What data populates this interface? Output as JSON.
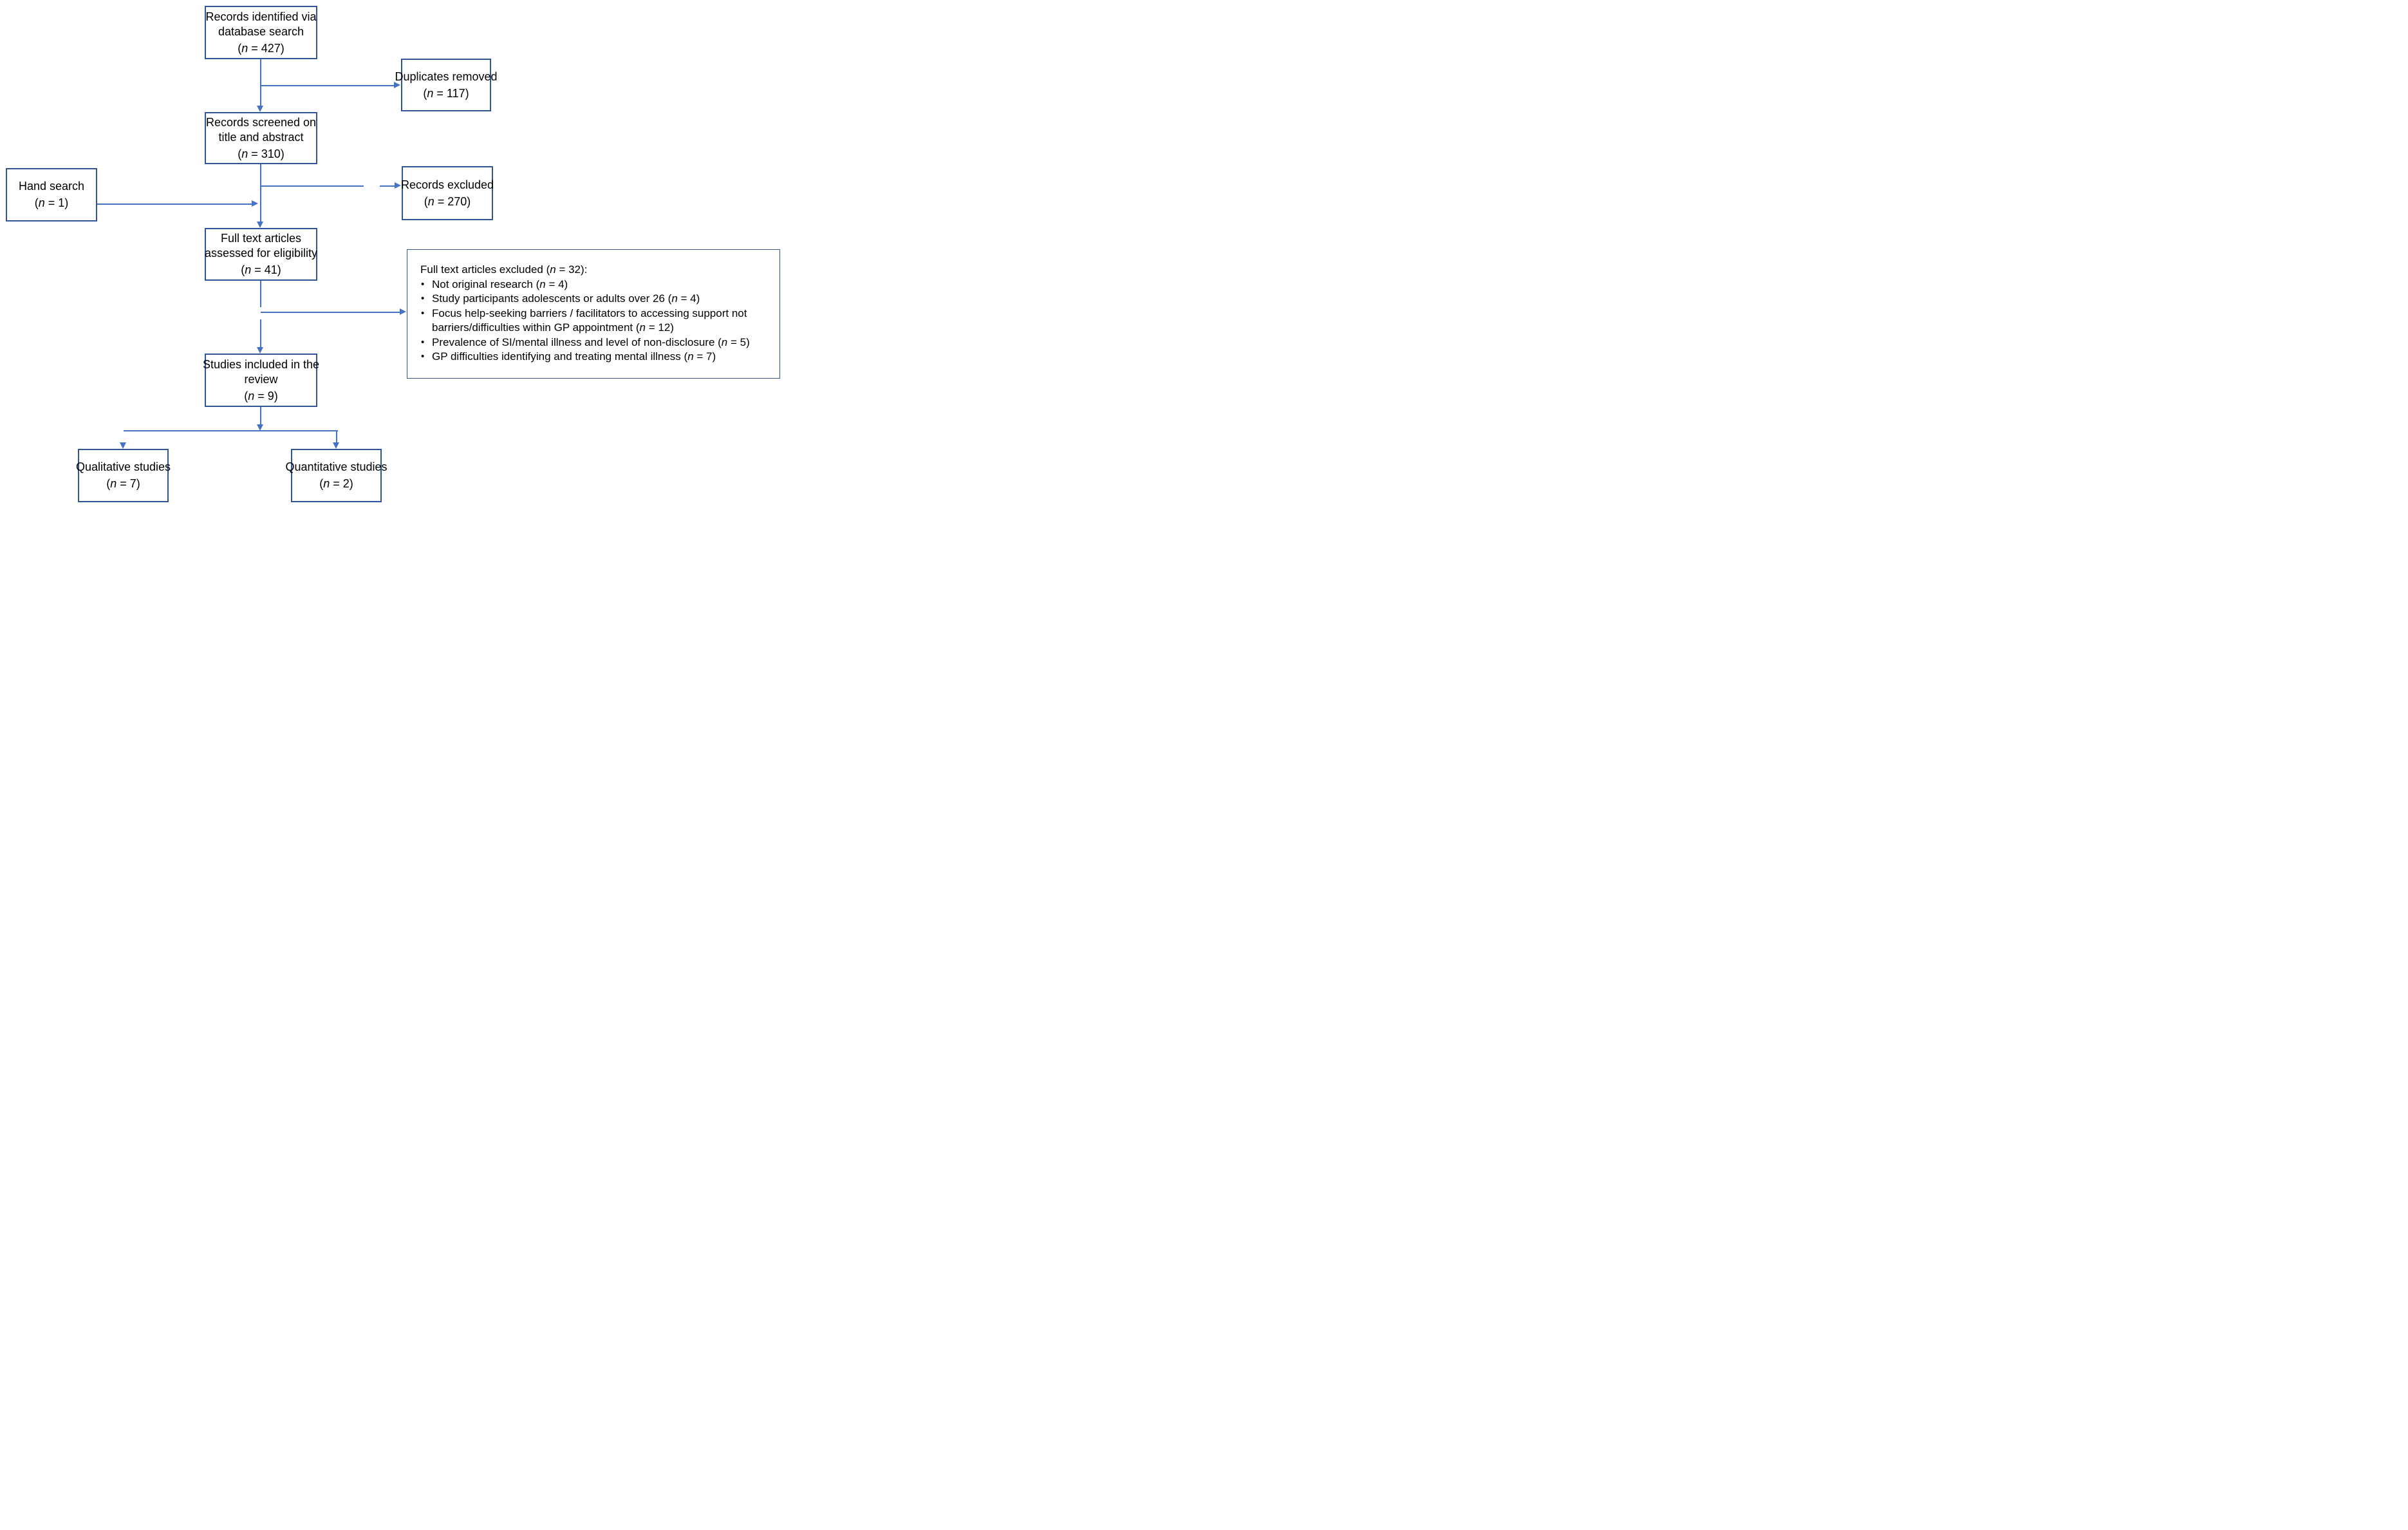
{
  "colors": {
    "box_border": "#2F5597",
    "connector": "#4472C4",
    "text": "#000000"
  },
  "labels": {
    "open": "(",
    "n": "n"
  },
  "nodes": {
    "identified": {
      "lines": [
        "Records identified via",
        "database search"
      ],
      "count_suffix": " = 427)"
    },
    "duplicates": {
      "lines": [
        "Duplicates removed"
      ],
      "count_suffix": " = 117)"
    },
    "screened": {
      "lines": [
        "Records screened on",
        "title and abstract"
      ],
      "count_suffix": " = 310)"
    },
    "hand_search": {
      "lines": [
        "Hand search"
      ],
      "count_suffix": " = 1)"
    },
    "records_excluded": {
      "lines": [
        "Records excluded"
      ],
      "count_suffix": " = 270)"
    },
    "full_text": {
      "lines": [
        "Full text articles",
        "assessed for eligibility"
      ],
      "count_suffix": " = 41)"
    },
    "included": {
      "lines": [
        "Studies included in the",
        "review"
      ],
      "count_suffix": " = 9)"
    },
    "qualitative": {
      "lines": [
        "Qualitative studies"
      ],
      "count_suffix": " = 7)"
    },
    "quantitative": {
      "lines": [
        "Quantitative studies"
      ],
      "count_suffix": " = 2)"
    }
  },
  "excluded_box": {
    "title_pre": "Full text articles excluded (",
    "title_suffix": " = 32):",
    "bullets": [
      {
        "pre": "Not original research (",
        "suffix": " = 4)"
      },
      {
        "pre": "Study participants adolescents or adults over 26 (",
        "suffix": " = 4)"
      },
      {
        "pre": "Focus help-seeking barriers / facilitators to accessing support not barriers/difficulties within GP appointment (",
        "suffix": " = 12)"
      },
      {
        "pre": "Prevalence of SI/mental illness and level of non-disclosure (",
        "suffix": " = 5)"
      },
      {
        "pre": "GP difficulties identifying and treating mental illness (",
        "suffix": " = 7)"
      }
    ]
  }
}
